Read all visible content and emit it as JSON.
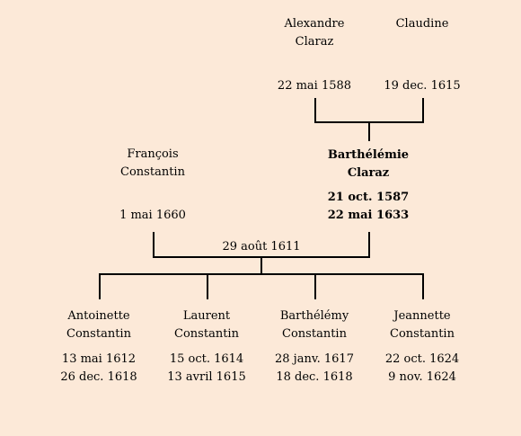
{
  "grandparents": [
    {
      "first": "Alexandre",
      "last": "Claraz",
      "birth": "22 mai 1588"
    },
    {
      "first": "Claudine",
      "birth": "19 dec. 1615"
    }
  ],
  "father": {
    "first": "François",
    "last": "Constantin",
    "date": "1 mai 1660"
  },
  "mother": {
    "first": "Barthélémie",
    "last": "Claraz",
    "birth": "21 oct. 1587",
    "death": "22 mai 1633"
  },
  "marriage": {
    "date": "29 août 1611"
  },
  "children": [
    {
      "first": "Antoinette",
      "last": "Constantin",
      "birth": "13 mai 1612",
      "death": "26 dec. 1618"
    },
    {
      "first": "Laurent",
      "last": "Constantin",
      "birth": "15 oct. 1614",
      "death": "13 avril 1615"
    },
    {
      "first": "Barthélémy",
      "last": "Constantin",
      "birth": "28 janv. 1617",
      "death": "18 dec. 1618"
    },
    {
      "first": "Jeannette",
      "last": "Constantin",
      "birth": "22 oct. 1624",
      "death": "9 nov. 1624"
    }
  ],
  "colors": {
    "background": "#fce9d8",
    "line": "#000000"
  }
}
